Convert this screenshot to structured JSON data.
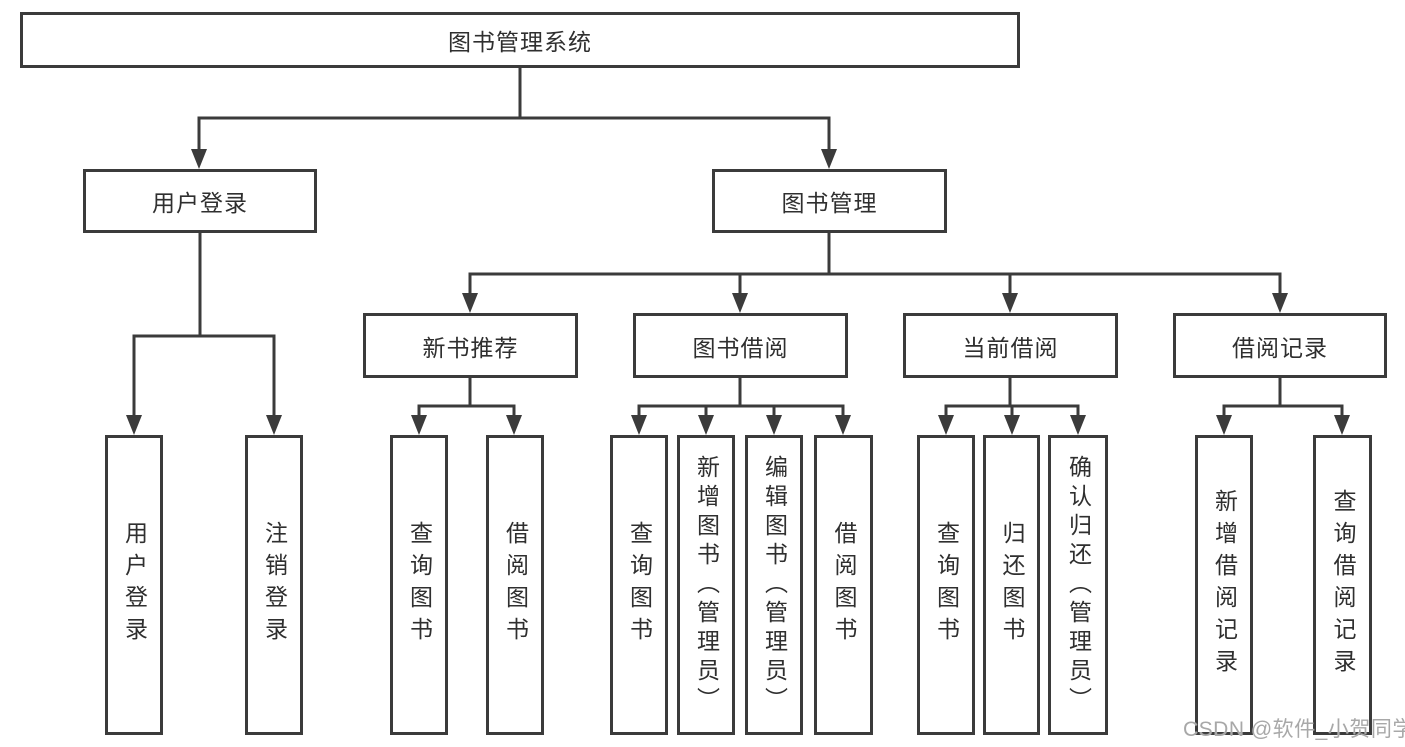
{
  "diagram": {
    "root": {
      "label": "图书管理系统"
    },
    "level2": [
      {
        "label": "用户登录"
      },
      {
        "label": "图书管理"
      }
    ],
    "level3": [
      {
        "label": "新书推荐"
      },
      {
        "label": "图书借阅"
      },
      {
        "label": "当前借阅"
      },
      {
        "label": "借阅记录"
      }
    ],
    "leaves": {
      "user": [
        "用户登录",
        "注销登录"
      ],
      "newbook": [
        "查询图书",
        "借阅图书"
      ],
      "borrow": [
        "查询图书",
        "新增图书（管理员）",
        "编辑图书（管理员）",
        "借阅图书"
      ],
      "current": [
        "查询图书",
        "归还图书",
        "确认归还（管理员）"
      ],
      "record": [
        "新增借阅记录",
        "查询借阅记录"
      ]
    }
  },
  "watermark": {
    "text": "CSDN @软件_小贺同学"
  },
  "colors": {
    "line": "#3b3b3b",
    "text": "#2f2f2f",
    "watermark": "#a8a8a8",
    "background": "#ffffff"
  }
}
